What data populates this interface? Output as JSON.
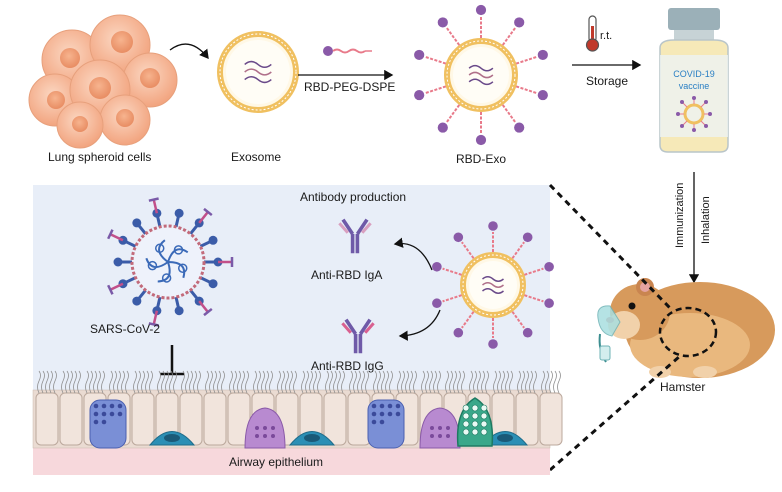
{
  "top_row": {
    "cells_label": "Lung spheroid cells",
    "exosome_label": "Exosome",
    "reagent_label": "RBD-PEG-DSPE",
    "rbd_exo_label": "RBD-Exo",
    "temp_label": "r.t.",
    "storage_label": "Storage",
    "vial_line1": "COVID-19",
    "vial_line2": "vaccine"
  },
  "route": {
    "immunization_label": "Immunization",
    "inhalation_label": "Inhalation",
    "hamster_label": "Hamster"
  },
  "panel": {
    "antibody_production_label": "Antibody production",
    "iga_label": "Anti-RBD IgA",
    "igg_label": "Anti-RBD IgG",
    "virus_label": "SARS-CoV-2",
    "epithelium_label": "Airway epithelium"
  },
  "colors": {
    "panel_bg": "#e8eef8",
    "membrane": "#f0c060",
    "spike": "#8a5aa8",
    "peptide": "#e87a8a",
    "cell_orange": "#f3a882",
    "epithelium_base": "#f7d8dc",
    "goblet": "#7a8fd6",
    "basal": "#2b8fb5",
    "club": "#b88ad0",
    "ciliated": "#eadbd2"
  }
}
